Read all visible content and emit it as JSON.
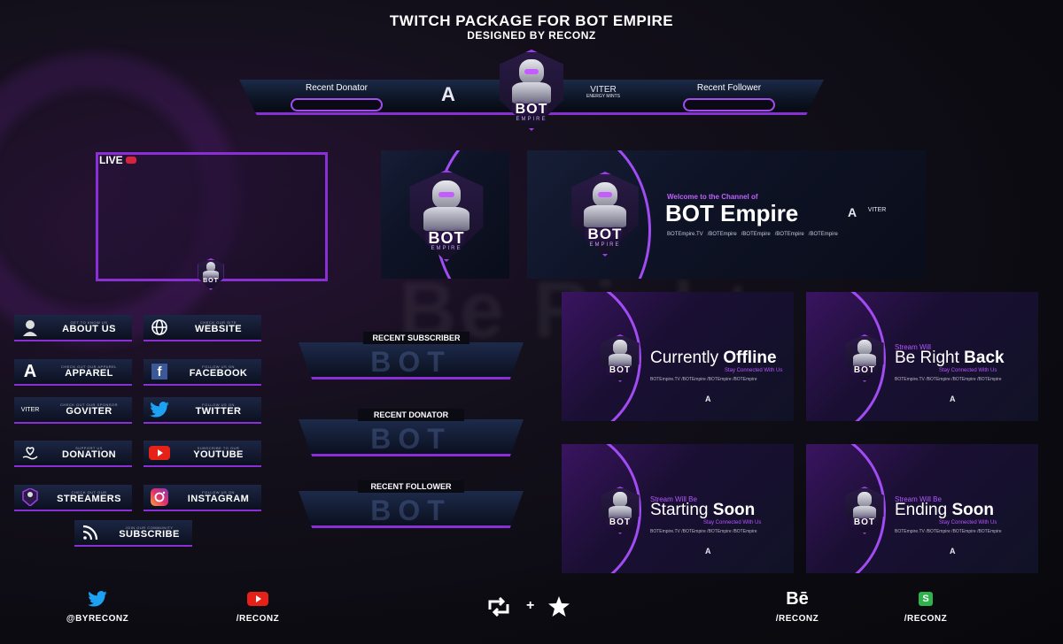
{
  "header": {
    "title": "TWITCH PACKAGE FOR BOT EMPIRE",
    "subtitle": "DESIGNED BY RECONZ"
  },
  "logo": {
    "brand": "BOT",
    "sub": "EMPIRE"
  },
  "sponsor": {
    "viter": "VITER",
    "viter_sub": "ENERGY MINTS",
    "apparel": "A"
  },
  "top_bar": {
    "left_label": "Recent Donator",
    "right_label": "Recent Follower"
  },
  "webcam": {
    "live_label": "LIVE"
  },
  "banner": {
    "welcome": "Welcome to the Channel of",
    "title_bold": "BOT",
    "title_rest": "Empire",
    "socials": [
      "BOTEmpire.TV",
      "/BOTEmpire",
      "/BOTEmpire",
      "/BOTEmpire",
      "/BOTEmpire"
    ]
  },
  "screens": [
    {
      "pre": "",
      "title_a": "Currently",
      "title_b": "Offline",
      "sub": "Stay Connected With Us"
    },
    {
      "pre": "Stream Will",
      "title_a": "Be Right",
      "title_b": "Back",
      "sub": "Stay Connected With Us"
    },
    {
      "pre": "Stream Will Be",
      "title_a": "Starting",
      "title_b": "Soon",
      "sub": "Stay Connected With Us"
    },
    {
      "pre": "Stream Will Be",
      "title_a": "Ending",
      "title_b": "Soon",
      "sub": "Stay Connected With Us"
    }
  ],
  "screen_socials": "BOTEmpire.TV   /BOTEmpire   /BOTEmpire   /BOTEmpire",
  "panels": [
    {
      "small": "Get to know us",
      "label": "ABOUT US",
      "icon": "user-icon"
    },
    {
      "small": "Check our site",
      "label": "WEBSITE",
      "icon": "globe-icon"
    },
    {
      "small": "Check out our apparel",
      "label": "APPAREL",
      "icon": "apparel-icon",
      "glyph": "A"
    },
    {
      "small": "Follow us on",
      "label": "FACEBOOK",
      "icon": "facebook-icon",
      "glyph": "f"
    },
    {
      "small": "Check out our sponsor",
      "label": "GOVITER",
      "icon": "viter-icon",
      "glyph": "VITER"
    },
    {
      "small": "Follow us on",
      "label": "TWITTER",
      "icon": "twitter-icon"
    },
    {
      "small": "Support us",
      "label": "DONATION",
      "icon": "heart-hand-icon"
    },
    {
      "small": "Subscribe to our",
      "label": "YOUTUBE",
      "icon": "youtube-icon"
    },
    {
      "small": "Check out our",
      "label": "STREAMERS",
      "icon": "bot-logo-icon"
    },
    {
      "small": "Follow us on",
      "label": "INSTAGRAM",
      "icon": "instagram-icon"
    },
    {
      "small": "Join our community",
      "label": "SUBSCRIBE",
      "icon": "rss-icon"
    }
  ],
  "alerts": [
    {
      "label": "RECENT SUBSCRIBER",
      "bg": "BOT"
    },
    {
      "label": "RECENT DONATOR",
      "bg": "BOT"
    },
    {
      "label": "RECENT FOLLOWER",
      "bg": "BOT"
    }
  ],
  "bg_text": "Be Right",
  "footer": {
    "twitter": "@BYRECONZ",
    "youtube": "/RECONZ",
    "behance": "/RECONZ",
    "behance_glyph": "Bē",
    "shop": "/RECONZ",
    "shop_glyph": "S",
    "plus": "+"
  },
  "colors": {
    "accent": "#8a2fd6",
    "accent_light": "#b456ff",
    "navy": "#1b2a48",
    "youtube": "#e62117",
    "twitter": "#1da1f2",
    "shop": "#2fb24c"
  }
}
